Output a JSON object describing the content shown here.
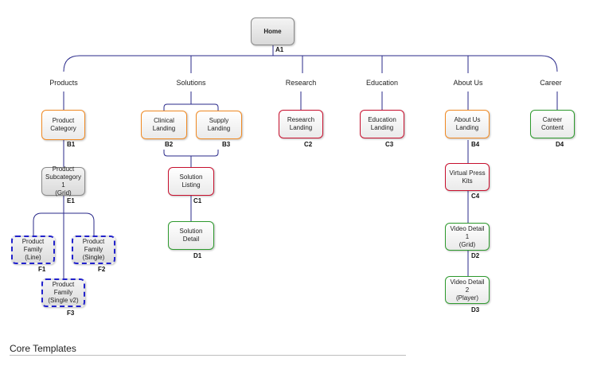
{
  "home": {
    "label": "Home",
    "code": "A1"
  },
  "sections": {
    "products": "Products",
    "solutions": "Solutions",
    "research": "Research",
    "education": "Education",
    "about": "About Us",
    "career": "Career"
  },
  "nodes": {
    "product_category": {
      "label": "Product\nCategory",
      "code": "B1"
    },
    "product_subcategory": {
      "label": "Product\nSubcategory 1\n(Grid)",
      "code": "E1"
    },
    "family_line": {
      "label": "Product\nFamily\n(Line)",
      "code": "F1"
    },
    "family_single": {
      "label": "Product\nFamily\n(Single)",
      "code": "F2"
    },
    "family_single_v2": {
      "label": "Product\nFamily\n(Single v2)",
      "code": "F3"
    },
    "clinical_landing": {
      "label": "Clinical\nLanding",
      "code": "B2"
    },
    "supply_landing": {
      "label": "Supply\nLanding",
      "code": "B3"
    },
    "solution_listing": {
      "label": "Solution Listing",
      "code": "C1"
    },
    "solution_detail": {
      "label": "Solution Detail",
      "code": "D1"
    },
    "research_landing": {
      "label": "Research\nLanding",
      "code": "C2"
    },
    "education_landing": {
      "label": "Education\nLanding",
      "code": "C3"
    },
    "about_landing": {
      "label": "About Us\nLanding",
      "code": "B4"
    },
    "press_kits": {
      "label": "Virtual Press\nKits",
      "code": "C4"
    },
    "video_detail_1": {
      "label": "Video Detail 1\n(Grid)",
      "code": "D2"
    },
    "video_detail_2": {
      "label": "Video Detail 2\n(Player)",
      "code": "D3"
    },
    "career_content": {
      "label": "Career\nContent",
      "code": "D4"
    }
  },
  "footer": {
    "title": "Core Templates"
  },
  "colors": {
    "connector": "#2a2a8a",
    "orange": "#f08a24",
    "red": "#c8102e",
    "green": "#2e9a2e",
    "dashed": "#2222cc"
  }
}
